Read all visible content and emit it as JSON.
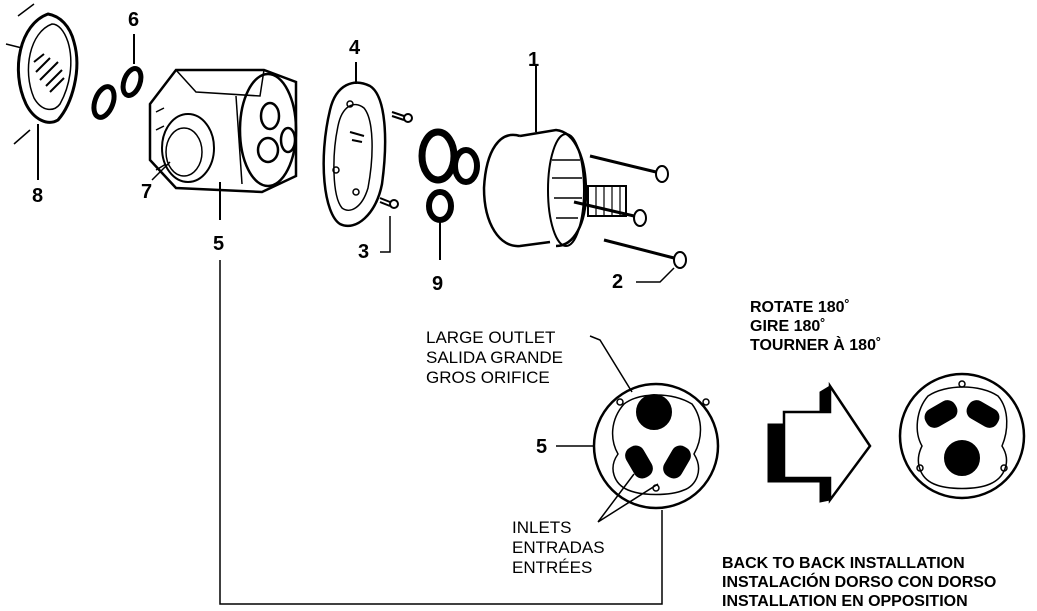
{
  "part_numbers": {
    "p1": "1",
    "p2": "2",
    "p3": "3",
    "p4": "4",
    "p5_main": "5",
    "p5_detail": "5",
    "p6": "6",
    "p7": "7",
    "p8": "8",
    "p9": "9"
  },
  "large_outlet": {
    "en": "LARGE OUTLET",
    "es": "SALIDA GRANDE",
    "fr": "GROS ORIFICE"
  },
  "inlets": {
    "en": "INLETS",
    "es": "ENTRADAS",
    "fr": "ENTRÉES"
  },
  "rotate": {
    "en": "ROTATE 180˚",
    "es": "GIRE 180˚",
    "fr": "TOURNER À 180˚"
  },
  "installation": {
    "en": "BACK TO BACK INSTALLATION",
    "es": "INSTALACIÓN DORSO CON DORSO",
    "fr": "INSTALLATION EN OPPOSITION"
  }
}
